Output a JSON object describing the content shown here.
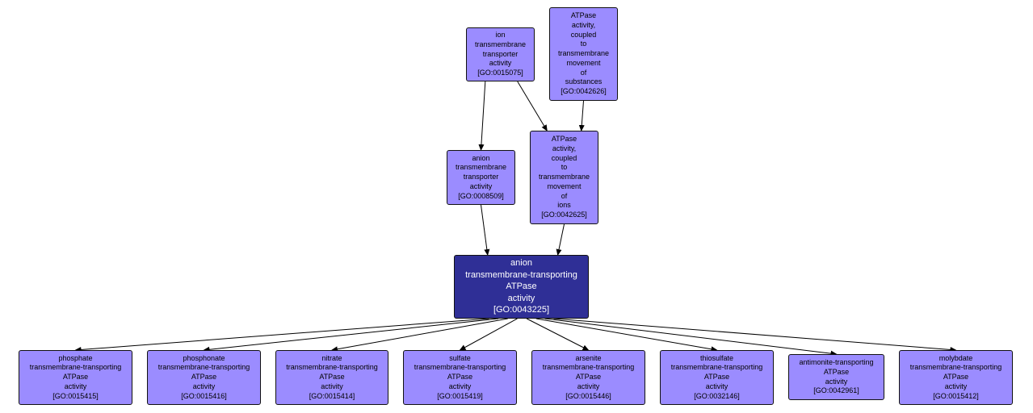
{
  "colors": {
    "node_fill": "#9b8cff",
    "focus_fill": "#2f2f96",
    "border": "#111111",
    "edge": "#000000"
  },
  "nodes": {
    "go0015075": {
      "label": "ion\ntransmembrane\ntransporter\nactivity\n[GO:0015075]"
    },
    "go0042626": {
      "label": "ATPase\nactivity,\ncoupled\nto\ntransmembrane\nmovement\nof\nsubstances\n[GO:0042626]"
    },
    "go0008509": {
      "label": "anion\ntransmembrane\ntransporter\nactivity\n[GO:0008509]"
    },
    "go0042625": {
      "label": "ATPase\nactivity,\ncoupled\nto\ntransmembrane\nmovement\nof\nions\n[GO:0042625]"
    },
    "go0043225": {
      "label": "anion\ntransmembrane-transporting\nATPase\nactivity\n[GO:0043225]"
    },
    "go0015415": {
      "label": "phosphate\ntransmembrane-transporting\nATPase\nactivity\n[GO:0015415]"
    },
    "go0015416": {
      "label": "phosphonate\ntransmembrane-transporting\nATPase\nactivity\n[GO:0015416]"
    },
    "go0015414": {
      "label": "nitrate\ntransmembrane-transporting\nATPase\nactivity\n[GO:0015414]"
    },
    "go0015419": {
      "label": "sulfate\ntransmembrane-transporting\nATPase\nactivity\n[GO:0015419]"
    },
    "go0015446": {
      "label": "arsenite\ntransmembrane-transporting\nATPase\nactivity\n[GO:0015446]"
    },
    "go0032146": {
      "label": "thiosulfate\ntransmembrane-transporting\nATPase\nactivity\n[GO:0032146]"
    },
    "go0042961": {
      "label": "antimonite-transporting\nATPase\nactivity\n[GO:0042961]"
    },
    "go0015412": {
      "label": "molybdate\ntransmembrane-transporting\nATPase\nactivity\n[GO:0015412]"
    }
  },
  "edges": [
    {
      "from": "go0015075",
      "to": "go0008509"
    },
    {
      "from": "go0015075",
      "to": "go0042625"
    },
    {
      "from": "go0042626",
      "to": "go0042625"
    },
    {
      "from": "go0008509",
      "to": "go0043225"
    },
    {
      "from": "go0042625",
      "to": "go0043225"
    },
    {
      "from": "go0043225",
      "to": "go0015415"
    },
    {
      "from": "go0043225",
      "to": "go0015416"
    },
    {
      "from": "go0043225",
      "to": "go0015414"
    },
    {
      "from": "go0043225",
      "to": "go0015419"
    },
    {
      "from": "go0043225",
      "to": "go0015446"
    },
    {
      "from": "go0043225",
      "to": "go0032146"
    },
    {
      "from": "go0043225",
      "to": "go0042961"
    },
    {
      "from": "go0043225",
      "to": "go0015412"
    }
  ]
}
